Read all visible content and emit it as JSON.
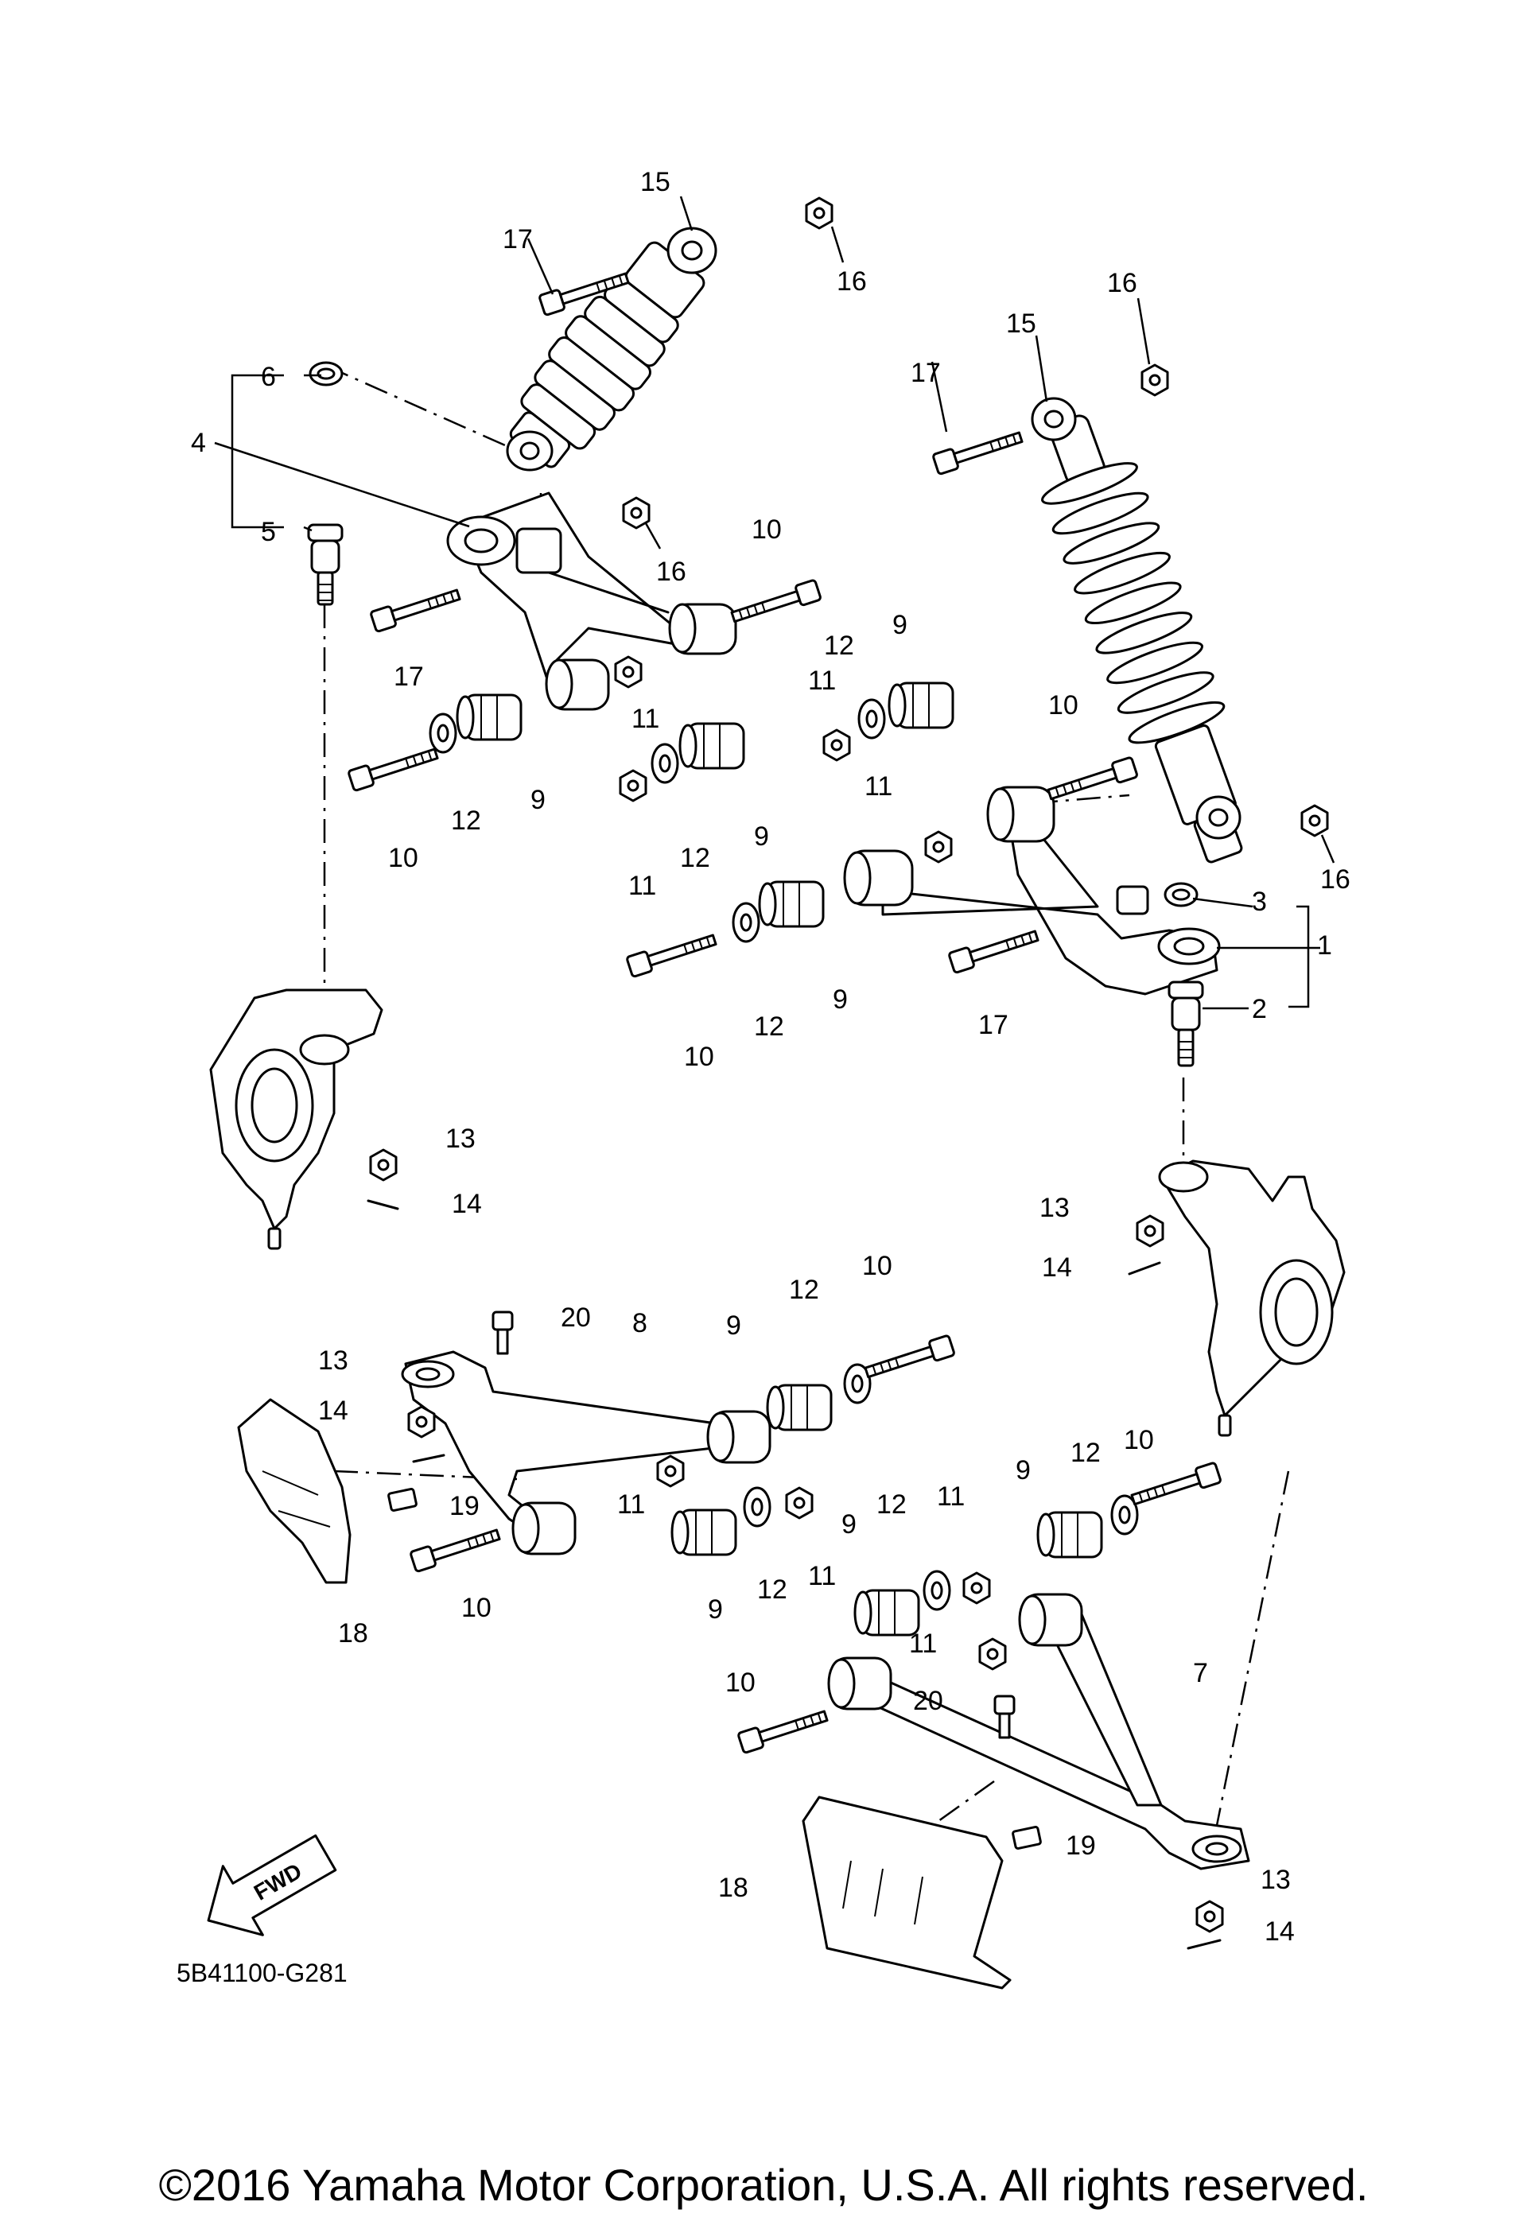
{
  "diagram": {
    "part_code": "5B41100-G281",
    "fwd_label": "FWD",
    "callouts": {
      "c1": "1",
      "c2": "2",
      "c3": "3",
      "c4": "4",
      "c5": "5",
      "c6": "6",
      "c7": "7",
      "c8": "8",
      "c9a": "9",
      "c9b": "9",
      "c9c": "9",
      "c9d": "9",
      "c9e": "9",
      "c9f": "9",
      "c9g": "9",
      "c9h": "9",
      "c10a": "10",
      "c10b": "10",
      "c10c": "10",
      "c10d": "10",
      "c10e": "10",
      "c10f": "10",
      "c10g": "10",
      "c10h": "10",
      "c11a": "11",
      "c11b": "11",
      "c11c": "11",
      "c11d": "11",
      "c11e": "11",
      "c11f": "11",
      "c11g": "11",
      "c11h": "11",
      "c12a": "12",
      "c12b": "12",
      "c12c": "12",
      "c12d": "12",
      "c12e": "12",
      "c12f": "12",
      "c12g": "12",
      "c12h": "12",
      "c13a": "13",
      "c13b": "13",
      "c13c": "13",
      "c13d": "13",
      "c14a": "14",
      "c14b": "14",
      "c14c": "14",
      "c14d": "14",
      "c15a": "15",
      "c15b": "15",
      "c16a": "16",
      "c16b": "16",
      "c16c": "16",
      "c16d": "16",
      "c17a": "17",
      "c17b": "17",
      "c17c": "17",
      "c17d": "17",
      "c18a": "18",
      "c18b": "18",
      "c19a": "19",
      "c19b": "19",
      "c20a": "20",
      "c20b": "20"
    }
  },
  "footer": {
    "copyright": "©2016 Yamaha Motor Corporation, U.S.A. All rights reserved."
  }
}
